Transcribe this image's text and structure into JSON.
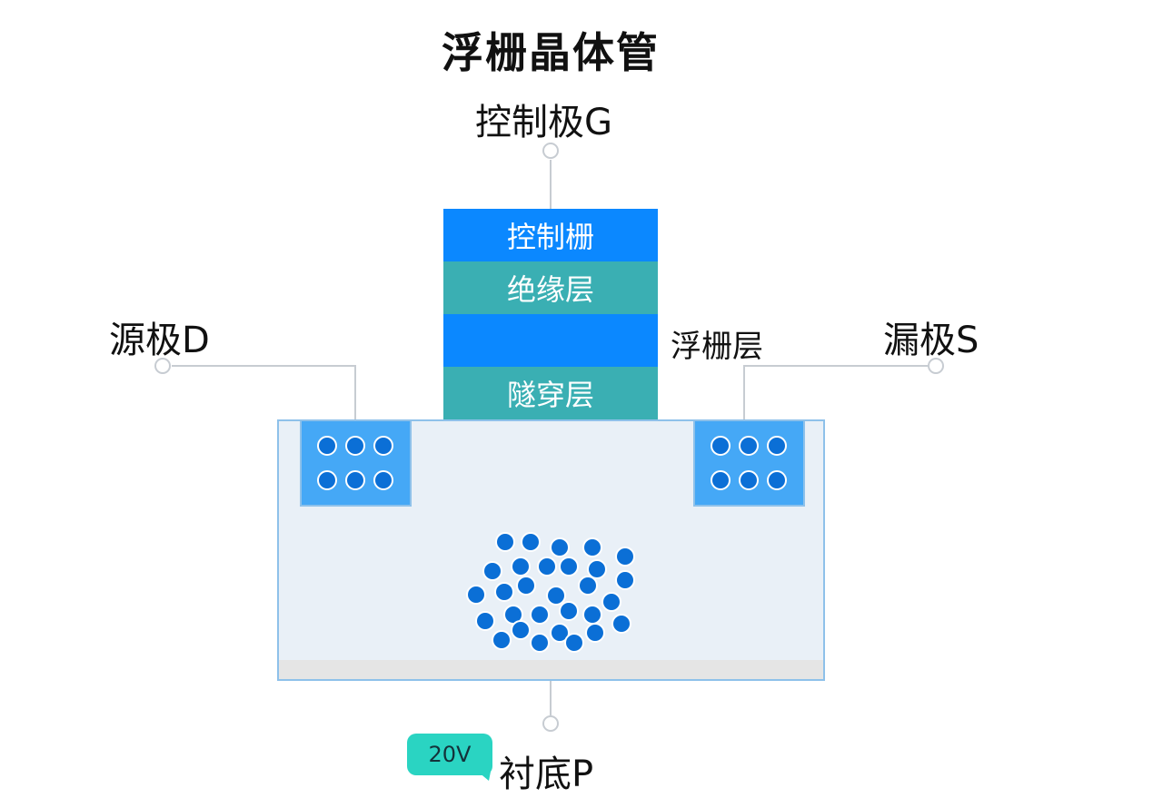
{
  "title": "浮栅晶体管",
  "labels": {
    "control_gate_terminal": "控制极G",
    "source_terminal": "源极D",
    "drain_terminal": "漏极S",
    "substrate_terminal": "衬底P",
    "floating_gate_layer": "浮栅层"
  },
  "gate_stack": {
    "control_gate": "控制栅",
    "insulator": "绝缘层",
    "floating_gate": "",
    "tunnel": "隧穿层"
  },
  "voltage_bubble": "20V",
  "colors": {
    "gate_blue": "#0b88ff",
    "layer_teal": "#3aafb3",
    "substrate_bg": "#e9f0f7",
    "well_blue": "#45a8f6",
    "electron": "#0b6fd6",
    "bubble": "#2ad4c2"
  }
}
